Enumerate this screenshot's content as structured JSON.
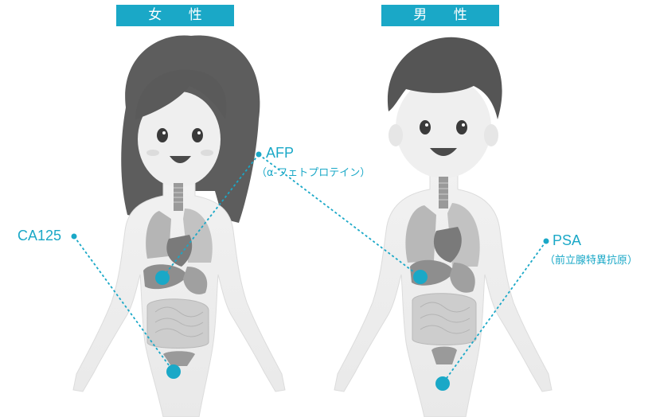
{
  "accent_color": "#1aa8c7",
  "headers": {
    "female": "女 性",
    "male": "男 性"
  },
  "markers": {
    "afp": {
      "label": "AFP",
      "sublabel": "（α-フェトプロテイン）"
    },
    "ca125": {
      "label": "CA125"
    },
    "psa": {
      "label": "PSA",
      "sublabel": "（前立腺特異抗原）"
    }
  },
  "figures": {
    "female": {
      "icon": "female-body-organs-illustration"
    },
    "male": {
      "icon": "male-body-organs-illustration"
    }
  }
}
